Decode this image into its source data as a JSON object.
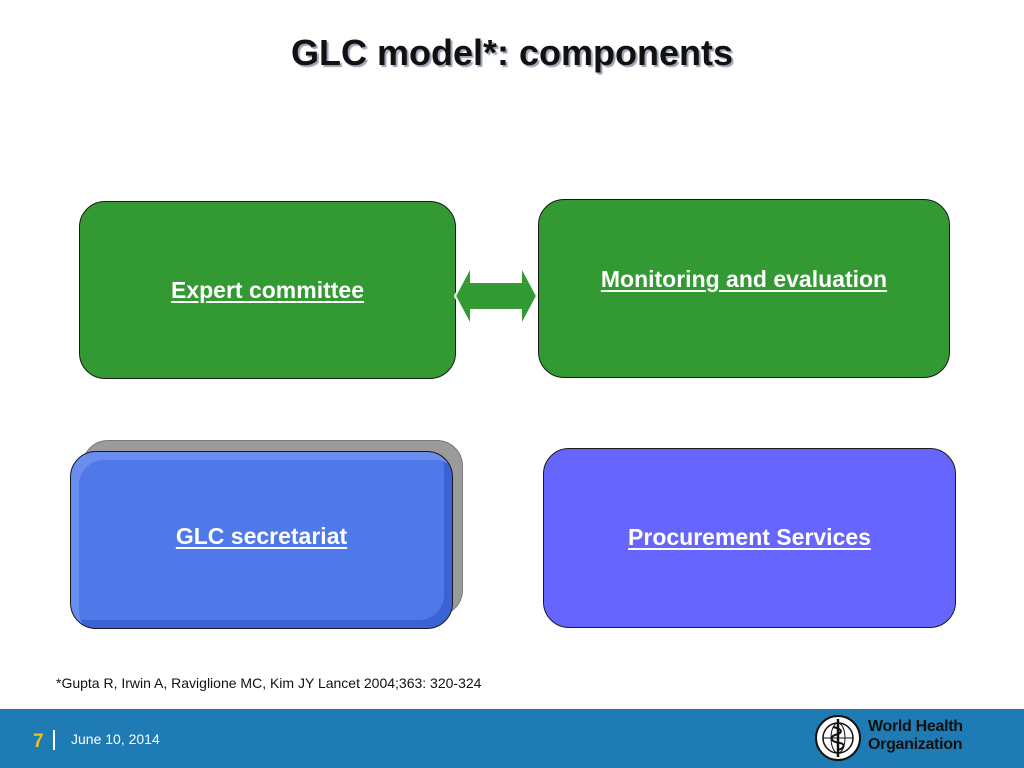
{
  "slide": {
    "title": "GLC model*: components",
    "boxes": {
      "expert_committee": "Expert committee",
      "monitoring_evaluation": "Monitoring and evaluation",
      "glc_secretariat": "GLC secretariat",
      "procurement_services": "Procurement Services"
    },
    "citation": "*Gupta R, Irwin A, Raviglione MC, Kim JY  Lancet 2004;363: 320-324"
  },
  "footer": {
    "page_number": "7",
    "date": "June 10, 2014",
    "org_name_line1": "World Health",
    "org_name_line2": "Organization",
    "emblem_icon": "who-emblem-icon"
  },
  "colors": {
    "green_box": "#339933",
    "secretariat_box": "#4f78e8",
    "procurement_box": "#6666ff",
    "footer_bar": "#1f7bb3",
    "page_number": "#f0c020"
  }
}
